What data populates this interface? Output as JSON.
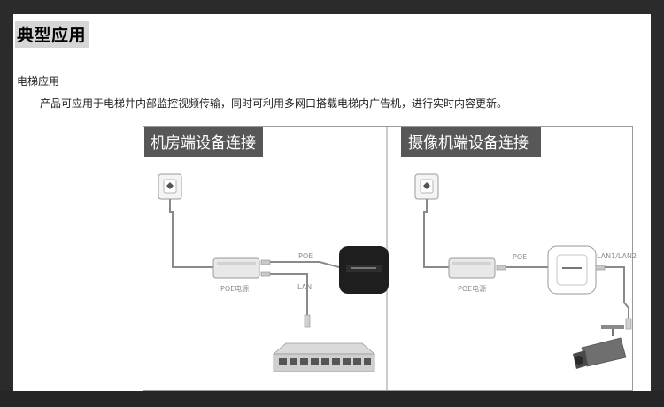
{
  "document": {
    "title": "典型应用",
    "subheading": "电梯应用",
    "paragraph": "产品可应用于电梯井内部监控视频传输，同时可利用多网口搭载电梯内广告机，进行实时内容更新。"
  },
  "figure": {
    "left_panel": {
      "header": "机房端设备连接",
      "poe_label": "POE",
      "lan_label": "LAN",
      "injector_label": "POE电源"
    },
    "right_panel": {
      "header": "摄像机端设备连接",
      "poe_label": "POE",
      "lan_label": "LAN1/LAN2",
      "injector_label": "POE电源"
    }
  },
  "colors": {
    "header_bg": "#575757",
    "line": "#8a8a8a",
    "device_dark": "#1e1e1e"
  }
}
